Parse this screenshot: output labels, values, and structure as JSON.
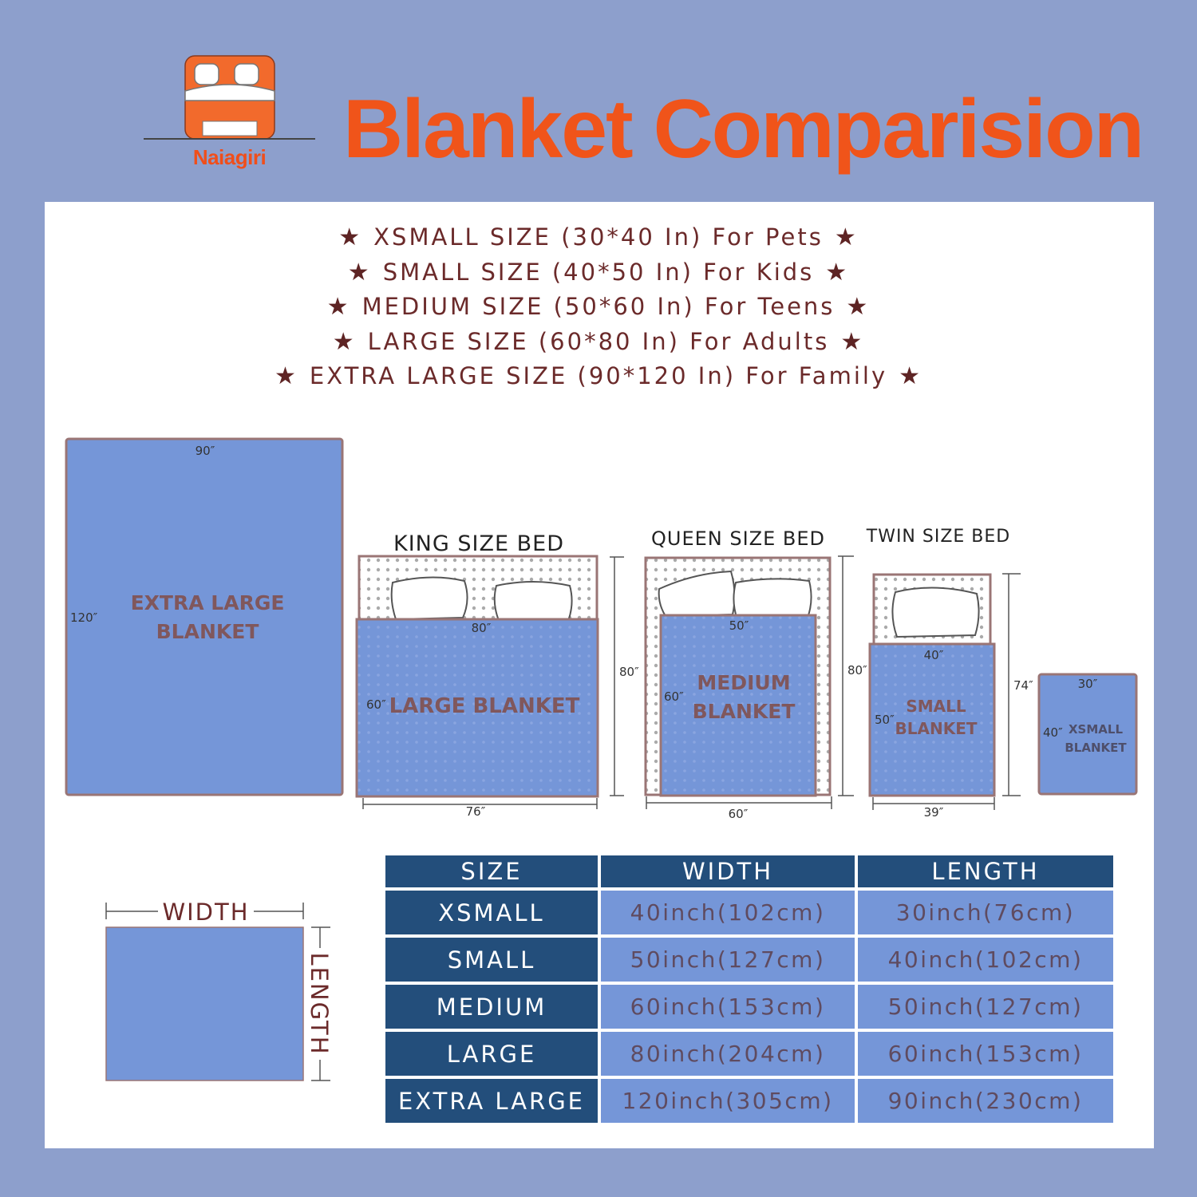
{
  "header": {
    "brand": "Naiagiri",
    "title": "Blanket Comparision"
  },
  "sizes": [
    {
      "text": "XSMALL SIZE (30*40 In) For Pets"
    },
    {
      "text": "SMALL SIZE (40*50 In) For Kids"
    },
    {
      "text": "MEDIUM SIZE (50*60 In) For Teens"
    },
    {
      "text": "LARGE SIZE (60*80 In) For Adults"
    },
    {
      "text": "EXTRA LARGE SIZE (90*120 In) For Family"
    }
  ],
  "diagrams": {
    "extra_large": {
      "label_1": "EXTRA LARGE",
      "label_2": "BLANKET",
      "width": "90″",
      "length": "120″"
    },
    "king": {
      "title": "KING  SIZE  BED",
      "blanket": "LARGE BLANKET",
      "blanket_width": "80″",
      "blanket_length": "60″",
      "bed_length": "80″",
      "bed_width": "76″"
    },
    "queen": {
      "title": "QUEEN  SIZE  BED",
      "label_1": "MEDIUM",
      "label_2": "BLANKET",
      "blanket_width": "50″",
      "blanket_length": "60″",
      "bed_length": "80″",
      "bed_width": "60″"
    },
    "twin": {
      "title": "TWIN  SIZE  BED",
      "label_1": "SMALL",
      "label_2": "BLANKET",
      "blanket_width": "40″",
      "blanket_length": "50″",
      "bed_length": "74″",
      "bed_width": "39″"
    },
    "xsmall": {
      "label_1": "XSMALL",
      "label_2": "BLANKET",
      "width": "30″",
      "length": "40″"
    },
    "legend": {
      "width": "WIDTH",
      "length": "LENGTH"
    }
  },
  "table": {
    "headers": [
      "SIZE",
      "WIDTH",
      "LENGTH"
    ],
    "rows": [
      {
        "size": "XSMALL",
        "width": "40inch(102cm)",
        "length": "30inch(76cm)"
      },
      {
        "size": "SMALL",
        "width": "50inch(127cm)",
        "length": "40inch(102cm)"
      },
      {
        "size": "MEDIUM",
        "width": "60inch(153cm)",
        "length": "50inch(127cm)"
      },
      {
        "size": "LARGE",
        "width": "80inch(204cm)",
        "length": "60inch(153cm)"
      },
      {
        "size": "EXTRA LARGE",
        "width": "120inch(305cm)",
        "length": "90inch(230cm)"
      }
    ]
  },
  "colors": {
    "background": "#8d9fcc",
    "accent": "#f0541a",
    "blanket": "#7596d8",
    "table_header": "#234e7b",
    "text_dark": "#6b2a2a"
  }
}
